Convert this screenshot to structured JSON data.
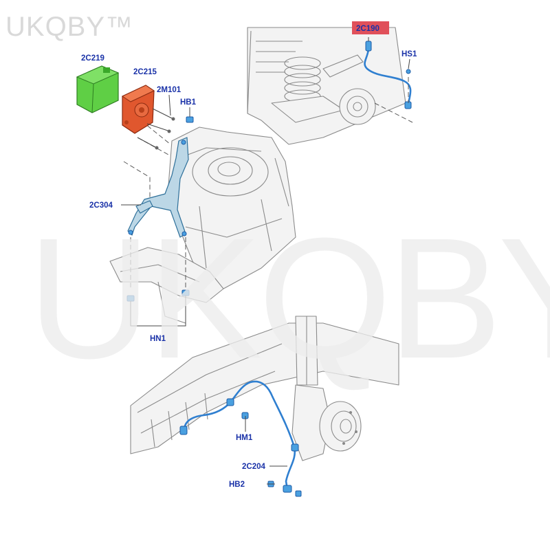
{
  "watermark": {
    "corner_text": "UKQBY™",
    "center_text": "UKQBY™"
  },
  "colors": {
    "label_blue": "#1a32a8",
    "highlight_red": "#e0505a",
    "module_green": "#5fcf45",
    "sensor_orange": "#e0572e",
    "harness_blue": "#2f7fd0"
  },
  "labels": {
    "2C219": "2C219",
    "2C215": "2C215",
    "2M101": "2M101",
    "HB1": "HB1",
    "2C304": "2C304",
    "HN1": "HN1",
    "2C190": "2C190",
    "HS1": "HS1",
    "HM1": "HM1",
    "2C204": "2C204",
    "HB2": "HB2"
  },
  "highlighted_part": "2C190"
}
